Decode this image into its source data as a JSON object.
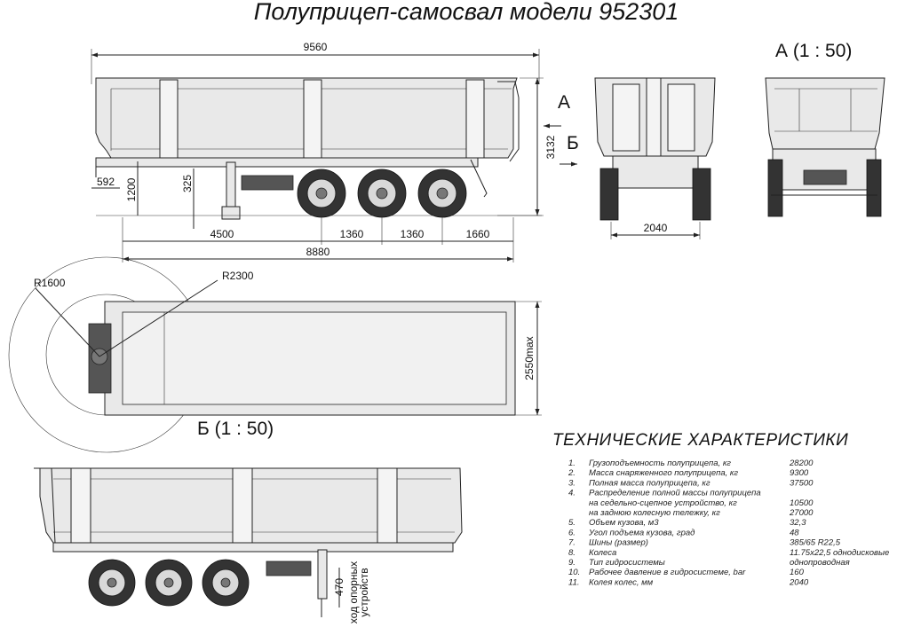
{
  "title": "Полуприцеп-самосвал модели 952301",
  "views": {
    "view_a": "А  (1 : 50)",
    "view_b": "Б  (1 : 50)",
    "arrow_a": "А",
    "arrow_b": "Б"
  },
  "dimensions": {
    "overall_length": "9560",
    "height": "3132",
    "front_overhang": "592",
    "coupling_height": "1200",
    "kingpin_offset": "325",
    "kingpin_to_axle": "4500",
    "axle_spacing_1": "1360",
    "axle_spacing_2": "1360",
    "rear_overhang": "1660",
    "frame_length": "8880",
    "track": "2040",
    "radius_front": "R1600",
    "radius_swing": "R2300",
    "width": "2550max",
    "support_travel": "470",
    "support_travel_label_1": "ход опорных",
    "support_travel_label_2": "устройств"
  },
  "specs": {
    "heading": "ТЕХНИЧЕСКИЕ ХАРАКТЕРИСТИКИ",
    "rows": [
      {
        "num": "1.",
        "label": "Грузоподъемность полуприцепа, кг",
        "value": "28200"
      },
      {
        "num": "2.",
        "label": "Масса снаряженного полуприцепа, кг",
        "value": "9300"
      },
      {
        "num": "3.",
        "label": "Полная масса полуприцепа, кг",
        "value": "37500"
      },
      {
        "num": "4.",
        "label": "Распределение полной массы полуприцепа",
        "value": ""
      },
      {
        "num": "",
        "label": "на седельно-сцепное устройство, кг",
        "value": "10500"
      },
      {
        "num": "",
        "label": "на заднюю колесную тележку, кг",
        "value": "27000"
      },
      {
        "num": "5.",
        "label": "Объем кузова, м3",
        "value": "32,3"
      },
      {
        "num": "6.",
        "label": "Угол подъема кузова, град",
        "value": "48"
      },
      {
        "num": "7.",
        "label": "Шины (размер)",
        "value": "385/65 R22,5"
      },
      {
        "num": "8.",
        "label": "Колеса",
        "value": "11.75х22,5 однодисковые"
      },
      {
        "num": "9.",
        "label": "Тип гидросистемы",
        "value": "однопроводная"
      },
      {
        "num": "10.",
        "label": "Рабочее давление в гидросистеме, bar",
        "value": "160"
      },
      {
        "num": "11.",
        "label": "Колея колес, мм",
        "value": "2040"
      }
    ]
  }
}
